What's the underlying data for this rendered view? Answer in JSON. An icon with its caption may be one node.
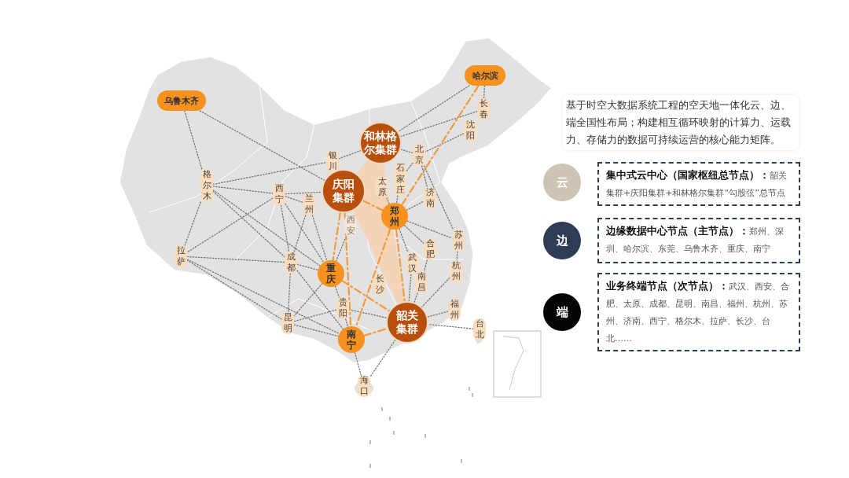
{
  "diagram": {
    "nodes": [
      {
        "text": [
          "乌鲁木齐"
        ]
      },
      {
        "text": [
          "哈尔滨"
        ]
      },
      {
        "text": [
          "和林格尔集群"
        ]
      },
      {
        "text": [
          "长春"
        ]
      },
      {
        "text": [
          "沈阳"
        ]
      },
      {
        "text": [
          "银川"
        ]
      },
      {
        "text": [
          "北京"
        ]
      },
      {
        "text": [
          "庆阳集群"
        ]
      },
      {
        "text": [
          "格尔木"
        ]
      },
      {
        "text": [
          "太原"
        ]
      },
      {
        "text": [
          "石家庄"
        ]
      },
      {
        "text": [
          "西宁"
        ]
      },
      {
        "text": [
          "济南"
        ]
      },
      {
        "text": [
          "郑州"
        ]
      },
      {
        "text": [
          "兰州"
        ]
      },
      {
        "text": [
          "西安"
        ]
      },
      {
        "text": [
          "苏州"
        ]
      },
      {
        "text": [
          "合肥"
        ]
      },
      {
        "text": [
          "武汉"
        ]
      },
      {
        "text": [
          "成都"
        ]
      },
      {
        "text": [
          "拉萨"
        ]
      },
      {
        "text": [
          "杭州"
        ]
      },
      {
        "text": [
          "重庆"
        ]
      },
      {
        "text": [
          "长沙"
        ]
      },
      {
        "text": [
          "南昌"
        ]
      },
      {
        "text": [
          "贵阳"
        ]
      },
      {
        "text": [
          "福州"
        ]
      },
      {
        "text": [
          "韶关集群"
        ]
      },
      {
        "text": [
          "昆明"
        ]
      },
      {
        "text": [
          "台北"
        ]
      },
      {
        "text": [
          "南宁"
        ]
      },
      {
        "text": [
          "海口"
        ]
      },
      {
        "text": [
          "基于时空大数据系统工程的空天地一体化云、边、端全国性布局；构建相互循环映射的计算力、运载力、存储力的数据可持续运营的核心能力矩阵。"
        ]
      },
      {
        "text": [
          "云"
        ]
      },
      {
        "text": [
          "集中式云中心（国家枢纽总节点）：",
          "韶关集群+庆阳集群+和林格尔集群“勾股弦”总节点"
        ]
      },
      {
        "text": [
          "边"
        ]
      },
      {
        "text": [
          "边缘数据中心节点（主节点）：",
          "郑州、深圳、哈尔滨、东莞、乌鲁木齐、重庆、南宁"
        ]
      },
      {
        "text": [
          "端"
        ]
      },
      {
        "text": [
          "业务终端节点（次节点）：",
          "武汉、西安、合肥、太原、成都、昆明、南昌、福州、杭州、苏州、济南、西宁、格尔木、拉萨、长沙、台北……"
        ]
      }
    ],
    "edges": [
      {
        "from": 0,
        "to": 8,
        "arrow": "none"
      },
      {
        "from": 0,
        "to": 7,
        "arrow": "none"
      },
      {
        "from": 1,
        "to": 3,
        "arrow": "none"
      },
      {
        "from": 1,
        "to": 2,
        "arrow": "none"
      },
      {
        "from": 3,
        "to": 2,
        "arrow": "none"
      },
      {
        "from": 4,
        "to": 6,
        "arrow": "none"
      },
      {
        "from": 8,
        "to": 5,
        "arrow": "none"
      },
      {
        "from": 8,
        "to": 11,
        "arrow": "none"
      },
      {
        "from": 8,
        "to": 20,
        "arrow": "none"
      },
      {
        "from": 8,
        "to": 22,
        "arrow": "none"
      },
      {
        "from": 8,
        "to": 19,
        "arrow": "none"
      },
      {
        "from": 5,
        "to": 2,
        "arrow": "none"
      },
      {
        "from": 11,
        "to": 7,
        "arrow": "none"
      },
      {
        "from": 11,
        "to": 14,
        "arrow": "none"
      },
      {
        "from": 11,
        "to": 19,
        "arrow": "none"
      },
      {
        "from": 11,
        "to": 20,
        "arrow": "none"
      },
      {
        "from": 11,
        "to": 22,
        "arrow": "none"
      },
      {
        "from": 14,
        "to": 19,
        "arrow": "none"
      },
      {
        "from": 14,
        "to": 22,
        "arrow": "none"
      },
      {
        "from": 20,
        "to": 19,
        "arrow": "none"
      },
      {
        "from": 20,
        "to": 28,
        "arrow": "none"
      },
      {
        "from": 20,
        "to": 30,
        "arrow": "none"
      },
      {
        "from": 19,
        "to": 28,
        "arrow": "none"
      },
      {
        "from": 19,
        "to": 30,
        "arrow": "none"
      },
      {
        "from": 19,
        "to": 22,
        "arrow": "none"
      },
      {
        "from": 22,
        "to": 25,
        "arrow": "none"
      },
      {
        "from": 22,
        "to": 28,
        "arrow": "none"
      },
      {
        "from": 22,
        "to": 15,
        "arrow": "none"
      },
      {
        "from": 25,
        "to": 28,
        "arrow": "none"
      },
      {
        "from": 25,
        "to": 30,
        "arrow": "none"
      },
      {
        "from": 25,
        "to": 27,
        "arrow": "none"
      },
      {
        "from": 28,
        "to": 30,
        "arrow": "none"
      },
      {
        "from": 30,
        "to": 31,
        "arrow": "none"
      },
      {
        "from": 27,
        "to": 31,
        "arrow": "none"
      },
      {
        "from": 6,
        "to": 12,
        "arrow": "none"
      },
      {
        "from": 6,
        "to": 16,
        "arrow": "none"
      },
      {
        "from": 6,
        "to": 10,
        "arrow": "none"
      },
      {
        "from": 6,
        "to": 2,
        "arrow": "none"
      },
      {
        "from": 13,
        "to": 12,
        "arrow": "none"
      },
      {
        "from": 13,
        "to": 16,
        "arrow": "none"
      },
      {
        "from": 13,
        "to": 17,
        "arrow": "none"
      },
      {
        "from": 13,
        "to": 18,
        "arrow": "none"
      },
      {
        "from": 13,
        "to": 9,
        "arrow": "none"
      },
      {
        "from": 10,
        "to": 13,
        "arrow": "none"
      },
      {
        "from": 17,
        "to": 24,
        "arrow": "none"
      },
      {
        "from": 24,
        "to": 27,
        "arrow": "none"
      },
      {
        "from": 21,
        "to": 27,
        "arrow": "none"
      },
      {
        "from": 26,
        "to": 27,
        "arrow": "none"
      },
      {
        "from": 29,
        "to": 27,
        "arrow": "none"
      },
      {
        "from": 18,
        "to": 27,
        "arrow": "none"
      },
      {
        "from": 16,
        "to": 21,
        "arrow": "none"
      },
      {
        "from": 1,
        "to": 13,
        "arrow": "none",
        "style": "dashed",
        "color": "#f39a3b"
      },
      {
        "from": 7,
        "to": 13,
        "arrow": "none",
        "style": "dashed",
        "color": "#f39a3b"
      },
      {
        "from": 13,
        "to": 27,
        "arrow": "none",
        "style": "dashed",
        "color": "#f39a3b"
      },
      {
        "from": 7,
        "to": 22,
        "arrow": "none",
        "style": "dashed",
        "color": "#f39a3b"
      },
      {
        "from": 7,
        "to": 30,
        "arrow": "none",
        "style": "dashed",
        "color": "#f39a3b"
      },
      {
        "from": 22,
        "to": 27,
        "arrow": "none",
        "style": "dashed",
        "color": "#f39a3b"
      },
      {
        "from": 30,
        "to": 27,
        "arrow": "none",
        "style": "dashed",
        "color": "#f39a3b"
      },
      {
        "from": 13,
        "to": 30,
        "arrow": "none",
        "style": "dashed",
        "color": "#f39a3b"
      }
    ]
  }
}
